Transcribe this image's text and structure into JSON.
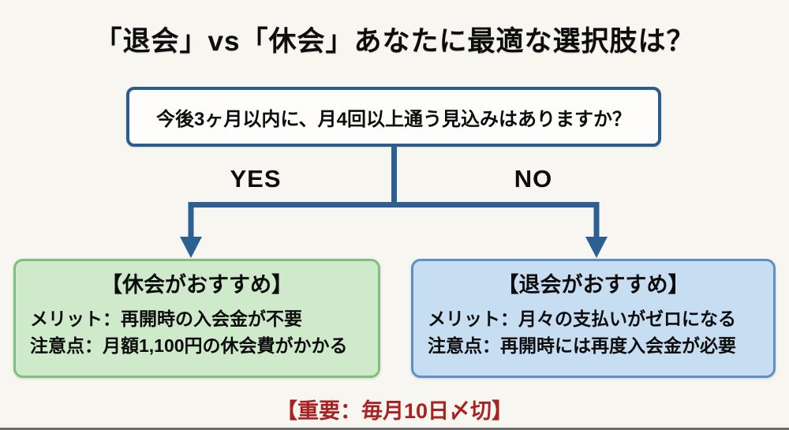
{
  "title": "「退会」vs「休会」あなたに最適な選択肢は？",
  "question": {
    "text": "今後3ヶ月以内に、月4回以上通う見込みはありますか？"
  },
  "branches": {
    "yes_label": "YES",
    "no_label": "NO"
  },
  "outcomes": [
    {
      "title": "【休会がおすすめ】",
      "merit": "メリット：再開時の入会金が不要",
      "caution": "注意点：月額1,100円の休会費がかかる"
    },
    {
      "title": "【退会がおすすめ】",
      "merit": "メリット：月々の支払いがゼロになる",
      "caution": "注意点：再開時には再度入会金が必要"
    }
  ],
  "footer": {
    "note": "【重要：毎月10日〆切】"
  },
  "colors": {
    "background": "#f7f6f1",
    "question_border": "#2b5c8d",
    "connector": "#2d6092",
    "pause_fill": "#cfeacb",
    "pause_border": "#80c07c",
    "cancel_fill": "#c7ddf2",
    "cancel_border": "#5d90c7",
    "footer_text": "#a92121",
    "text": "#0d0d0d"
  }
}
